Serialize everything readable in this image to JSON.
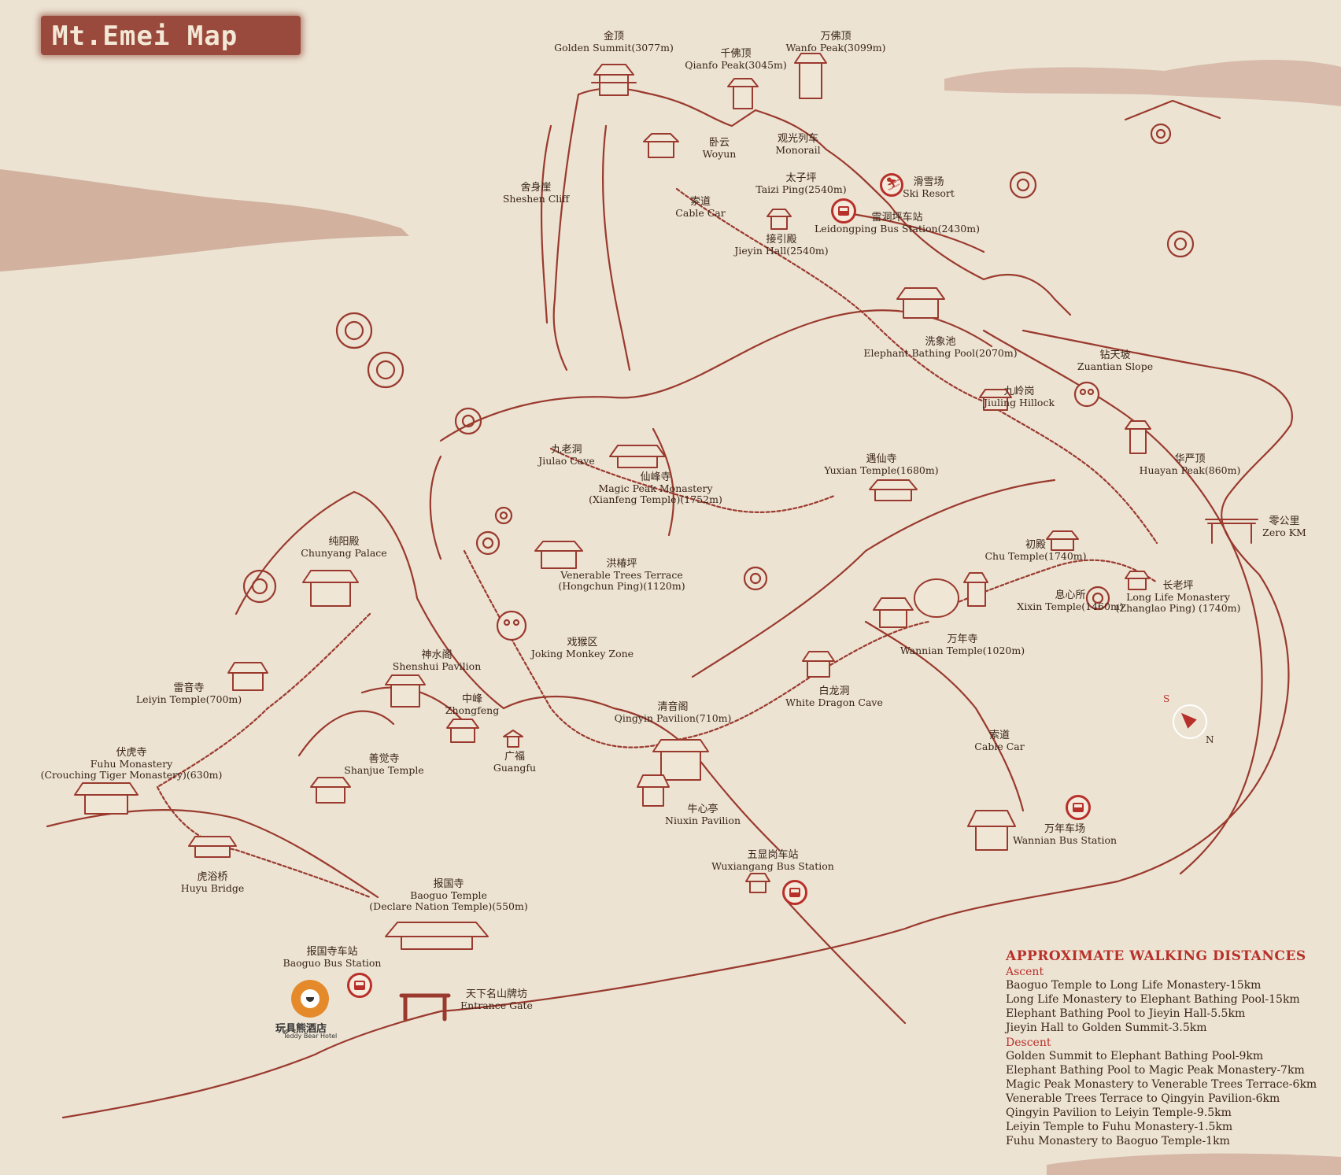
{
  "title": "Mt.Emei Map",
  "colors": {
    "paper": "#ece3d3",
    "ink": "#9a3a2e",
    "accent": "#b8302a",
    "text": "#3a2418"
  },
  "places": {
    "golden_summit": {
      "zh": "金顶",
      "en": "Golden Summit(3077m)"
    },
    "wanfo_peak": {
      "zh": "万佛顶",
      "en": "Wanfo Peak(3099m)"
    },
    "qianfo_peak": {
      "zh": "千佛顶",
      "en": "Qianfo Peak(3045m)"
    },
    "woyun": {
      "zh": "卧云",
      "en": "Woyun"
    },
    "monorail": {
      "zh": "观光列车",
      "en": "Monorail"
    },
    "sheshen_cliff": {
      "zh": "舍身崖",
      "en": "Sheshen Cliff"
    },
    "taizi_ping": {
      "zh": "太子坪",
      "en": "Taizi Ping(2540m)"
    },
    "ski_resort": {
      "zh": "滑雪场",
      "en": "Ski Resort"
    },
    "cable_car_top": {
      "zh": "索道",
      "en": "Cable Car"
    },
    "leidongping": {
      "zh": "雷洞坪车站",
      "en": "Leidongping Bus Station(2430m)"
    },
    "jieyin_hall": {
      "zh": "接引殿",
      "en": "Jieyin Hall(2540m)"
    },
    "elephant_pool": {
      "zh": "洗象池",
      "en": "Elephant Bathing Pool(2070m)"
    },
    "zuantian_slope": {
      "zh": "钻天坡",
      "en": "Zuantian Slope"
    },
    "jiuling_hillock": {
      "zh": "九岭岗",
      "en": "Jiuling Hillock"
    },
    "jiulao_cave": {
      "zh": "九老洞",
      "en": "Jiulao Cave"
    },
    "magic_peak": {
      "zh": "仙峰寺",
      "en": "Magic Peak Monastery",
      "ex": "(Xianfeng Temple)(1752m)"
    },
    "yuxian_temple": {
      "zh": "遇仙寺",
      "en": "Yuxian Temple(1680m)"
    },
    "huayan_peak": {
      "zh": "华严顶",
      "en": "Huayan Peak(860m)"
    },
    "zero_km": {
      "zh": "零公里",
      "en": "Zero KM"
    },
    "chunyang_palace": {
      "zh": "纯阳殿",
      "en": "Chunyang Palace"
    },
    "venerable_trees": {
      "zh": "洪椿坪",
      "en": "Venerable Trees Terrace",
      "ex": "(Hongchun Ping)(1120m)"
    },
    "chu_temple": {
      "zh": "初殿",
      "en": "Chu Temple(1740m)"
    },
    "xixin_temple": {
      "zh": "息心所",
      "en": "Xixin Temple(1460m)"
    },
    "long_life": {
      "zh": "长老坪",
      "en": "Long Life Monastery",
      "ex": "(Zhanglao Ping) (1740m)"
    },
    "monkey_zone": {
      "zh": "戏猴区",
      "en": "Joking Monkey Zone"
    },
    "shenshui_pavilion": {
      "zh": "神水阁",
      "en": "Shenshui Pavilion"
    },
    "wannian_temple": {
      "zh": "万年寺",
      "en": "Wannian Temple(1020m)"
    },
    "leiyin_temple": {
      "zh": "雷音寺",
      "en": "Leiyin Temple(700m)"
    },
    "zhongfeng": {
      "zh": "中峰",
      "en": "Zhongfeng"
    },
    "qingyin_pavilion": {
      "zh": "清音阁",
      "en": "Qingyin Pavilion(710m)"
    },
    "white_dragon": {
      "zh": "白龙洞",
      "en": "White Dragon Cave"
    },
    "fuhu_monastery": {
      "zh": "伏虎寺",
      "en": "Fuhu Monastery",
      "ex": "(Crouching Tiger Monastery)(630m)"
    },
    "shanjue_temple": {
      "zh": "善觉寺",
      "en": "Shanjue Temple"
    },
    "guangfu": {
      "zh": "广福",
      "en": "Guangfu"
    },
    "cable_car_low": {
      "zh": "索道",
      "en": "Cable Car"
    },
    "niuxin_pavilion": {
      "zh": "牛心亭",
      "en": "Niuxin Pavilion"
    },
    "wannian_bus": {
      "zh": "万年车场",
      "en": "Wannian Bus Station"
    },
    "huyu_bridge": {
      "zh": "虎浴桥",
      "en": "Huyu Bridge"
    },
    "wuxiangang": {
      "zh": "五显岗车站",
      "en": "Wuxiangang Bus Station"
    },
    "baoguo_temple": {
      "zh": "报国寺",
      "en": "Baoguo Temple",
      "ex": "(Declare Nation Temple)(550m)"
    },
    "baoguo_bus": {
      "zh": "报国寺车站",
      "en": "Baoguo Bus Station"
    },
    "entrance_gate": {
      "zh": "天下名山牌坊",
      "en": "Entrance Gate"
    }
  },
  "hotel": {
    "name": "玩具熊酒店",
    "sub": "Teddy Bear Hotel"
  },
  "compass": {
    "s": "S",
    "n": "N"
  },
  "distances": {
    "heading": "APPROXIMATE WALKING DISTANCES",
    "ascent_label": "Ascent",
    "ascent": [
      "Baoguo Temple to Long Life Monastery-15km",
      "Long Life Monastery to Elephant Bathing Pool-15km",
      "Elephant Bathing Pool to Jieyin Hall-5.5km",
      "Jieyin Hall to Golden Summit-3.5km"
    ],
    "descent_label": "Descent",
    "descent": [
      "Golden Summit to Elephant Bathing Pool-9km",
      "Elephant Bathing Pool to Magic Peak Monastery-7km",
      "Magic Peak Monastery to Venerable Trees Terrace-6km",
      "Venerable Trees Terrace to Qingyin Pavilion-6km",
      "Qingyin Pavilion to Leiyin Temple-9.5km",
      "Leiyin Temple to Fuhu Monastery-1.5km",
      "Fuhu Monastery to Baoguo Temple-1km"
    ]
  }
}
